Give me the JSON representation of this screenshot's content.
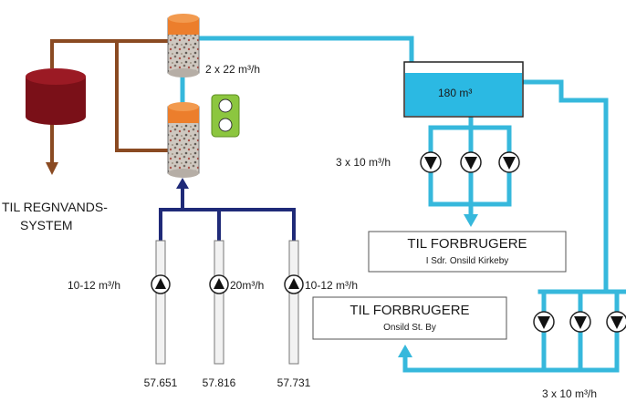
{
  "filters": {
    "capacity": "2 x 22 m³/h"
  },
  "tank": {
    "volume": "180 m³"
  },
  "rainwater": {
    "line1": "TIL REGNVANDS-",
    "line2": "SYSTEM"
  },
  "booster_pumps_top": {
    "label": "3 x 10 m³/h"
  },
  "booster_pumps_bottom": {
    "label": "3 x 10 m³/h"
  },
  "consumers_kirkeby": {
    "title": "TIL FORBRUGERE",
    "subtitle": "I Sdr. Onsild Kirkeby"
  },
  "consumers_st_by": {
    "title": "TIL FORBRUGERE",
    "subtitle": "Onsild St. By"
  },
  "wells": [
    {
      "flow": "10-12 m³/h",
      "id": "57.651"
    },
    {
      "flow": "20m³/h",
      "id": "57.816"
    },
    {
      "flow": "10-12 m³/h",
      "id": "57.731"
    }
  ],
  "colors": {
    "clean_water": "#36b8dc",
    "raw_water": "#1f2a78",
    "backwash": "#8a4a22",
    "tank_water": "#2bb9e3",
    "filter_cap": "#ec7e2c",
    "rain_tank": "#7a1018",
    "control_box": "#8cc63f"
  }
}
